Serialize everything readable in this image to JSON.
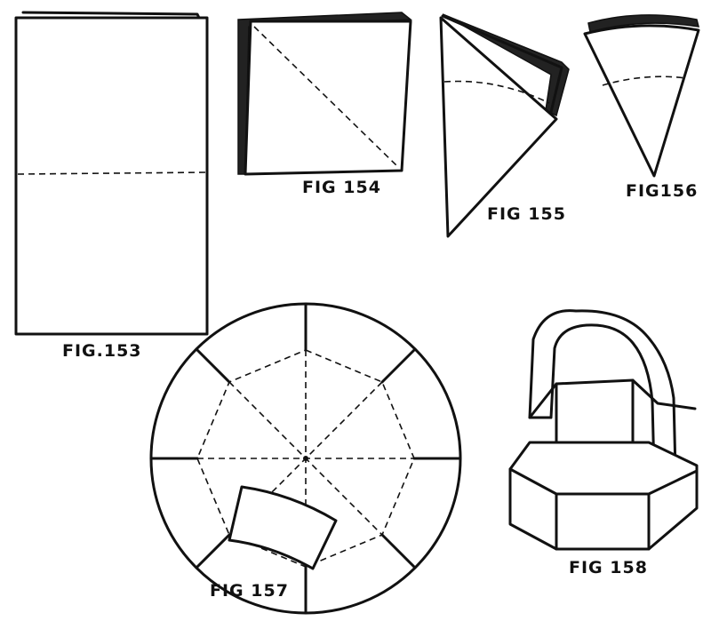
{
  "figures": [
    {
      "id": "fig153",
      "caption": "FIG.153"
    },
    {
      "id": "fig154",
      "caption": "FIG 154"
    },
    {
      "id": "fig155",
      "caption": "FIG 155"
    },
    {
      "id": "fig156",
      "caption": "FIG156"
    },
    {
      "id": "fig157",
      "caption": "FIG 157"
    },
    {
      "id": "fig158",
      "caption": "FIG 158"
    }
  ]
}
